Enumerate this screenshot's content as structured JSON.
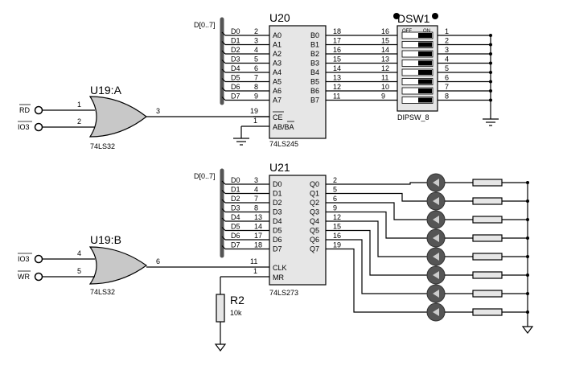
{
  "u19a": {
    "ref": "U19:A",
    "part": "74LS32",
    "in1_label": "RD",
    "in2_label": "IO3",
    "pin_in1": "1",
    "pin_in2": "2",
    "pin_out": "3"
  },
  "u19b": {
    "ref": "U19:B",
    "part": "74LS32",
    "in1_label": "IO3",
    "in2_label": "WR",
    "pin_in1": "4",
    "pin_in2": "5",
    "pin_out": "6"
  },
  "u20": {
    "ref": "U20",
    "part": "74LS245",
    "left_pins": [
      "A0",
      "A1",
      "A2",
      "A3",
      "A4",
      "A5",
      "A6",
      "A7"
    ],
    "left_nums": [
      "2",
      "3",
      "4",
      "5",
      "6",
      "7",
      "8",
      "9"
    ],
    "right_pins": [
      "B0",
      "B1",
      "B2",
      "B3",
      "B4",
      "B5",
      "B6",
      "B7"
    ],
    "right_nums": [
      "18",
      "17",
      "16",
      "15",
      "14",
      "13",
      "12",
      "11"
    ],
    "ce": "CE",
    "ce_num": "19",
    "dir": "AB/BA",
    "dir_num": "1"
  },
  "u21": {
    "ref": "U21",
    "part": "74LS273",
    "left_pins": [
      "D0",
      "D1",
      "D2",
      "D3",
      "D4",
      "D5",
      "D6",
      "D7"
    ],
    "left_nums": [
      "3",
      "4",
      "7",
      "8",
      "13",
      "14",
      "17",
      "18"
    ],
    "right_pins": [
      "Q0",
      "Q1",
      "Q2",
      "Q3",
      "Q4",
      "Q5",
      "Q6",
      "Q7"
    ],
    "right_nums": [
      "2",
      "5",
      "6",
      "9",
      "12",
      "15",
      "16",
      "19"
    ],
    "clk": "CLK",
    "clk_num": "11",
    "mr": "MR",
    "mr_num": "1"
  },
  "dsw1": {
    "ref": "DSW1",
    "part": "DIPSW_8",
    "off": "OFF",
    "on": "ON",
    "left_nums": [
      "16",
      "15",
      "14",
      "13",
      "12",
      "11",
      "10",
      "9"
    ],
    "right_nums": [
      "1",
      "2",
      "3",
      "4",
      "5",
      "6",
      "7",
      "8"
    ]
  },
  "bus_label": "D[0..7]",
  "bus_nets": [
    "D0",
    "D1",
    "D2",
    "D3",
    "D4",
    "D5",
    "D6",
    "D7"
  ],
  "r2": {
    "ref": "R2",
    "value": "10k"
  }
}
